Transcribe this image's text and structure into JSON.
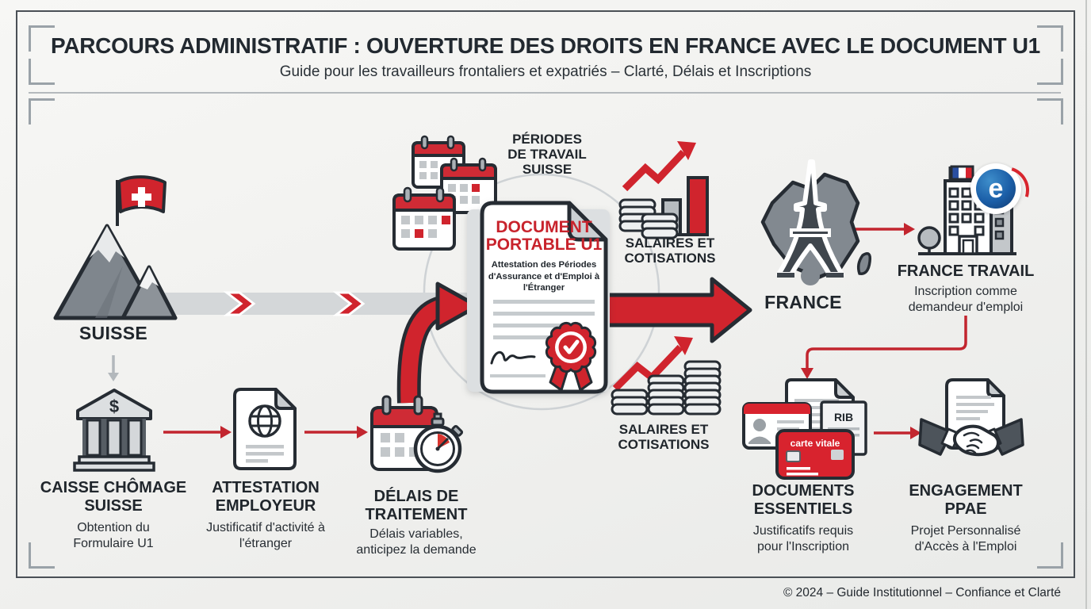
{
  "header": {
    "title": "PARCOURS ADMINISTRATIF : OUVERTURE DES DROITS EN FRANCE AVEC LE DOCUMENT U1",
    "subtitle": "Guide pour les travailleurs frontaliers et expatriés – Clarté, Délais et Inscriptions"
  },
  "nodes": {
    "suisse": {
      "label": "SUISSE"
    },
    "caisse_chomage": {
      "label": "CAISSE CHÔMAGE SUISSE",
      "sub": "Obtention du Formulaire U1",
      "dollar_sign": "$"
    },
    "attestation_employeur": {
      "label": "ATTESTATION EMPLOYEUR",
      "sub": "Justificatif d'activité à l'étranger"
    },
    "delais_traitement": {
      "label": "DÉLAIS DE TRAITEMENT",
      "sub": "Délais variables, anticipez la demande"
    },
    "periodes_travail": {
      "label": "PÉRIODES DE TRAVAIL SUISSE"
    },
    "document_u1": {
      "title": "DOCUMENT PORTABLE U1",
      "subtitle": "Attestation des Périodes d'Assurance et d'Emploi à l'Étranger"
    },
    "salaires_cotisations_haut": {
      "label": "SALAIRES ET COTISATIONS"
    },
    "salaires_cotisations_bas": {
      "label": "SALAIRES ET COTISATIONS"
    },
    "france": {
      "label": "FRANCE"
    },
    "france_travail": {
      "label": "FRANCE TRAVAIL",
      "sub": "Inscription comme demandeur d'emploi",
      "logo_letter": "e"
    },
    "documents_essentiels": {
      "label": "DOCUMENTS ESSENTIELS",
      "sub": "Justificatifs requis pour l'Inscription",
      "rib_label": "RIB",
      "carte_vitale_label": "carte vitale"
    },
    "engagement_ppae": {
      "label": "ENGAGEMENT PPAE",
      "sub": "Projet Personnalisé d'Accès à l'Emploi"
    }
  },
  "footer": {
    "copyright": "© 2024 – Guide Institutionnel – Confiance et Clarté"
  },
  "colors": {
    "accent_red": "#d0242d",
    "text_red": "#c8232c",
    "ink": "#262c33",
    "icon_gray": "#80878d",
    "band_gray": "#d4d7d9"
  }
}
